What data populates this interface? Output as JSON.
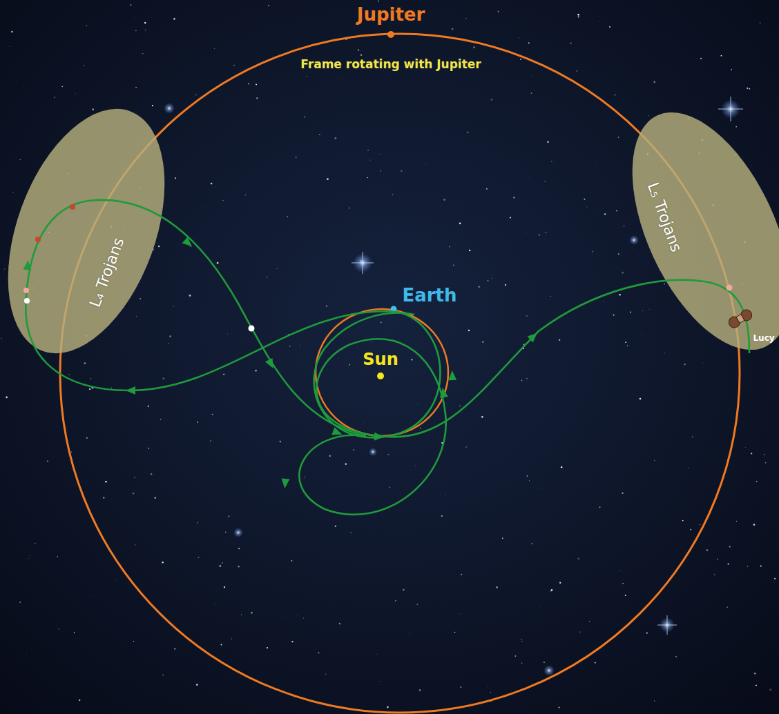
{
  "diagram": {
    "nodes": [
      {
        "text": [
          "L₄ Trojans"
        ]
      },
      {
        "text": [
          "L₅ Trojans"
        ]
      }
    ],
    "labels": [
      "Jupiter",
      "Frame rotating with Jupiter",
      "Earth",
      "Sun",
      "Lucy"
    ]
  }
}
